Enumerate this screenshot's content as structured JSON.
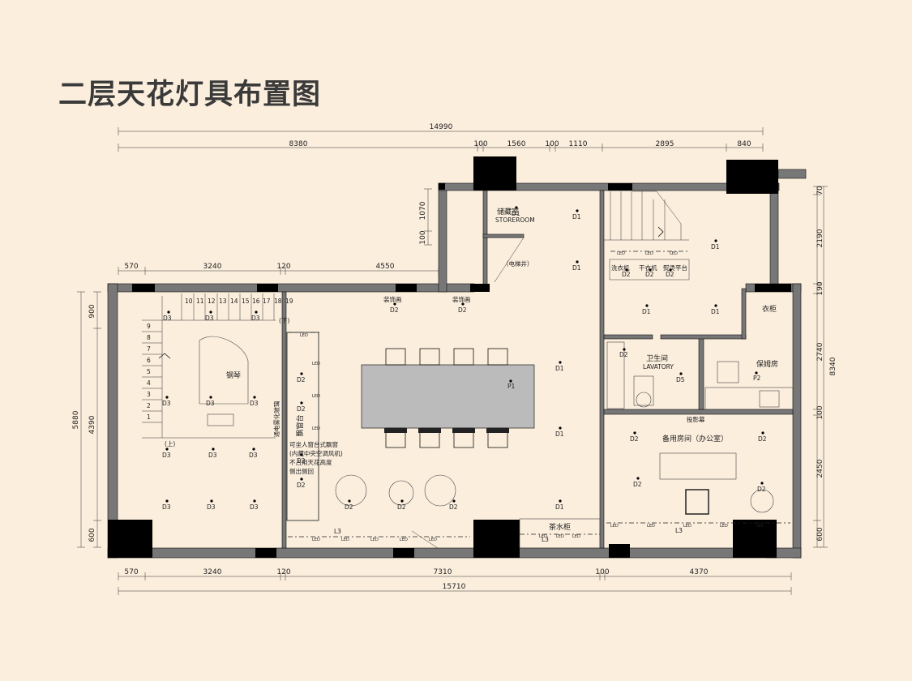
{
  "title": "二层天花灯具布置图",
  "dimensions": {
    "top_total": "14990",
    "top_segments": [
      "8380",
      "100",
      "1560",
      "100",
      "1110",
      "2895",
      "840"
    ],
    "top_inner": [
      "570",
      "3240",
      "120",
      "4550"
    ],
    "bottom_segments": [
      "570",
      "3240",
      "120",
      "7310",
      "100",
      "4370"
    ],
    "bottom_total": "15710",
    "left_outer": "5880",
    "left_inner": [
      "900",
      "4390",
      "600"
    ],
    "left_stair": [
      "1070",
      "100"
    ],
    "right_outer": "8340",
    "right_inner": [
      "70",
      "2190",
      "190",
      "2740",
      "100",
      "2450",
      "600"
    ]
  },
  "rooms": {
    "storage": "储藏室",
    "storage_en": "STOREROOM",
    "elevator": "（电梯井）",
    "laundry_wash": "洗衣机",
    "laundry_dry": "干衣机",
    "laundry_platform": "熨烫平台",
    "bathroom": "卫生间",
    "bathroom_en": "LAVATORY",
    "wardrobe": "衣柜",
    "maid_room": "保姆房",
    "spare_room": "备用房间（办公室）",
    "projector_screen": "投影幕",
    "tea_cabinet": "茶水柜",
    "piano": "钢琴",
    "bay_window": "飘窗台",
    "glass": "通电雾化玻璃",
    "decor_left": "装饰画",
    "decor_right": "装饰画",
    "stair_up": "(上)",
    "stair_down": "(下)",
    "note": [
      "可坐人窗台式飘窗",
      "(内藏中央空调风机)",
      "不占用天花高度",
      "侧出侧回"
    ]
  },
  "stair_steps_left": [
    "9",
    "8",
    "7",
    "6",
    "5",
    "4",
    "3",
    "2",
    "1"
  ],
  "stair_steps_top": [
    "10",
    "11",
    "12",
    "13",
    "14",
    "15",
    "16",
    "17",
    "18",
    "19"
  ],
  "fixtures": {
    "d1": "D1",
    "d2": "D2",
    "d3": "D3",
    "d5": "D5",
    "p1": "P1",
    "p2": "P2",
    "l3": "L3",
    "led": "LED"
  },
  "colors": {
    "background": "#fbeedd",
    "wall": "#777777",
    "column": "#000000",
    "title": "#3a3a3a"
  }
}
